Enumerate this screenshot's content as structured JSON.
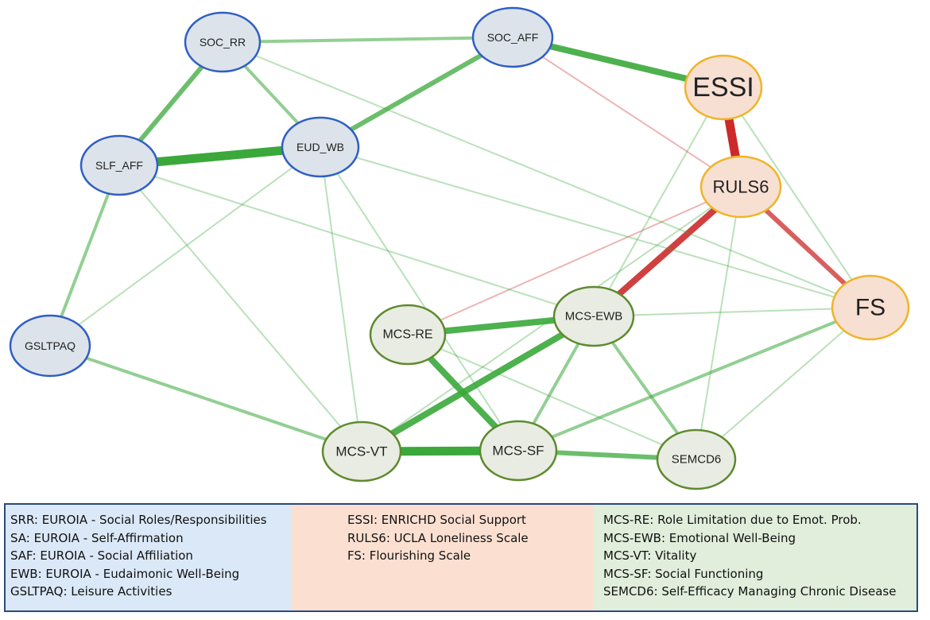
{
  "nodes": [
    {
      "id": "SOC_RR",
      "label": "SOC_RR",
      "group": "blue"
    },
    {
      "id": "SOC_AFF",
      "label": "SOC_AFF",
      "group": "blue"
    },
    {
      "id": "ESSI",
      "label": "ESSI",
      "group": "orange"
    },
    {
      "id": "SLF_AFF",
      "label": "SLF_AFF",
      "group": "blue"
    },
    {
      "id": "EUD_WB",
      "label": "EUD_WB",
      "group": "blue"
    },
    {
      "id": "RULS6",
      "label": "RULS6",
      "group": "orange"
    },
    {
      "id": "FS",
      "label": "FS",
      "group": "orange"
    },
    {
      "id": "GSLTPAQ",
      "label": "GSLTPAQ",
      "group": "blue"
    },
    {
      "id": "MCS-RE",
      "label": "MCS-RE",
      "group": "green"
    },
    {
      "id": "MCS-EWB",
      "label": "MCS-EWB",
      "group": "green"
    },
    {
      "id": "MCS-VT",
      "label": "MCS-VT",
      "group": "green"
    },
    {
      "id": "MCS-SF",
      "label": "MCS-SF",
      "group": "green"
    },
    {
      "id": "SEMCD6",
      "label": "SEMCD6",
      "group": "green"
    }
  ],
  "edges": [
    {
      "from": "SOC_RR",
      "to": "SOC_AFF",
      "sign": "positive",
      "strength": 2
    },
    {
      "from": "SOC_RR",
      "to": "SLF_AFF",
      "sign": "positive",
      "strength": 3
    },
    {
      "from": "SOC_RR",
      "to": "EUD_WB",
      "sign": "positive",
      "strength": 2
    },
    {
      "from": "SOC_AFF",
      "to": "EUD_WB",
      "sign": "positive",
      "strength": 3
    },
    {
      "from": "SOC_AFF",
      "to": "ESSI",
      "sign": "positive",
      "strength": 4
    },
    {
      "from": "SLF_AFF",
      "to": "EUD_WB",
      "sign": "positive",
      "strength": 5
    },
    {
      "from": "ESSI",
      "to": "RULS6",
      "sign": "negative",
      "strength": 5
    },
    {
      "from": "SOC_AFF",
      "to": "RULS6",
      "sign": "negative",
      "strength": 1
    },
    {
      "from": "RULS6",
      "to": "FS",
      "sign": "negative",
      "strength": 3
    },
    {
      "from": "RULS6",
      "to": "MCS-EWB",
      "sign": "negative",
      "strength": 4
    },
    {
      "from": "RULS6",
      "to": "MCS-RE",
      "sign": "negative",
      "strength": 1
    },
    {
      "from": "SLF_AFF",
      "to": "GSLTPAQ",
      "sign": "positive",
      "strength": 2
    },
    {
      "from": "GSLTPAQ",
      "to": "MCS-VT",
      "sign": "positive",
      "strength": 2
    },
    {
      "from": "MCS-RE",
      "to": "MCS-EWB",
      "sign": "positive",
      "strength": 4
    },
    {
      "from": "MCS-RE",
      "to": "MCS-SF",
      "sign": "positive",
      "strength": 4
    },
    {
      "from": "MCS-VT",
      "to": "MCS-EWB",
      "sign": "positive",
      "strength": 4
    },
    {
      "from": "MCS-VT",
      "to": "MCS-SF",
      "sign": "positive",
      "strength": 5
    },
    {
      "from": "MCS-SF",
      "to": "SEMCD6",
      "sign": "positive",
      "strength": 3
    },
    {
      "from": "MCS-EWB",
      "to": "MCS-SF",
      "sign": "positive",
      "strength": 2
    },
    {
      "from": "MCS-EWB",
      "to": "SEMCD6",
      "sign": "positive",
      "strength": 2
    },
    {
      "from": "MCS-SF",
      "to": "FS",
      "sign": "positive",
      "strength": 2
    },
    {
      "from": "ESSI",
      "to": "MCS-EWB",
      "sign": "positive",
      "strength": 1
    },
    {
      "from": "ESSI",
      "to": "FS",
      "sign": "positive",
      "strength": 1
    },
    {
      "from": "MCS-EWB",
      "to": "FS",
      "sign": "positive",
      "strength": 1
    },
    {
      "from": "EUD_WB",
      "to": "FS",
      "sign": "positive",
      "strength": 1
    },
    {
      "from": "EUD_WB",
      "to": "MCS-SF",
      "sign": "positive",
      "strength": 1
    },
    {
      "from": "EUD_WB",
      "to": "MCS-VT",
      "sign": "positive",
      "strength": 1
    },
    {
      "from": "SLF_AFF",
      "to": "MCS-VT",
      "sign": "positive",
      "strength": 1
    },
    {
      "from": "SLF_AFF",
      "to": "MCS-EWB",
      "sign": "positive",
      "strength": 1
    },
    {
      "from": "EUD_WB",
      "to": "GSLTPAQ",
      "sign": "positive",
      "strength": 1
    },
    {
      "from": "SOC_RR",
      "to": "FS",
      "sign": "positive",
      "strength": 1
    },
    {
      "from": "MCS-RE",
      "to": "SEMCD6",
      "sign": "positive",
      "strength": 1
    },
    {
      "from": "FS",
      "to": "SEMCD6",
      "sign": "positive",
      "strength": 1
    },
    {
      "from": "RULS6",
      "to": "SEMCD6",
      "sign": "positive",
      "strength": 1
    },
    {
      "from": "RULS6",
      "to": "MCS-VT",
      "sign": "positive",
      "strength": 1
    }
  ],
  "legend": {
    "col1": [
      "SRR: EUROIA - Social Roles/Responsibilities",
      "SA: EUROIA - Self-Affirmation",
      "SAF: EUROIA - Social Affiliation",
      "EWB: EUROIA - Eudaimonic Well-Being",
      "GSLTPAQ: Leisure Activities"
    ],
    "col2": [
      "ESSI: ENRICHD Social Support",
      "RULS6: UCLA Loneliness Scale",
      "FS: Flourishing Scale"
    ],
    "col3": [
      "MCS-RE: Role Limitation due to Emot. Prob.",
      "MCS-EWB: Emotional Well-Being",
      "MCS-VT: Vitality",
      "MCS-SF: Social Functioning",
      "SEMCD6: Self-Efficacy Managing Chronic Disease"
    ]
  },
  "colors": {
    "blue_fill": "#dde3ea",
    "blue_stroke": "#2f5fc4",
    "orange_fill": "#f7e0d2",
    "orange_stroke": "#f0b429",
    "green_fill": "#e8ece2",
    "green_stroke": "#5e8a2e",
    "positive_edge": "#3aa83a",
    "negative_edge": "#cc2a2a",
    "legend_col1_bg": "#dbe8f7",
    "legend_col2_bg": "#fbe0d2",
    "legend_col3_bg": "#e0eedb"
  }
}
